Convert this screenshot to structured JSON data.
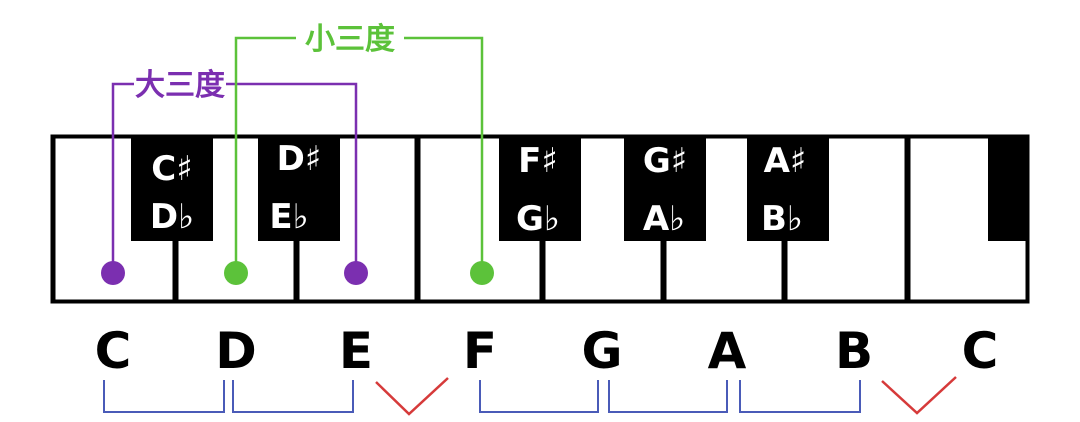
{
  "white_keys": [
    "C",
    "D",
    "E",
    "F",
    "G",
    "A",
    "B",
    "C"
  ],
  "black_keys": [
    {
      "sharp": "C♯",
      "flat": "D♭"
    },
    {
      "sharp": "D♯",
      "flat": "E♭"
    },
    {
      "sharp": "F♯",
      "flat": "G♭"
    },
    {
      "sharp": "G♯",
      "flat": "A♭"
    },
    {
      "sharp": "A♯",
      "flat": "B♭"
    }
  ],
  "intervals": {
    "major_third": {
      "label": "大三度",
      "color": "#7b2fb0",
      "from_note": "C",
      "to_note": "E"
    },
    "minor_third": {
      "label": "小三度",
      "color": "#5cc23a",
      "from_note": "D",
      "to_note": "F"
    }
  },
  "steps": {
    "whole_color": "#4a5bb8",
    "half_color": "#d63a3a"
  },
  "colors": {
    "key_outline": "#000000",
    "black_key": "#000000",
    "white_key": "#ffffff"
  }
}
